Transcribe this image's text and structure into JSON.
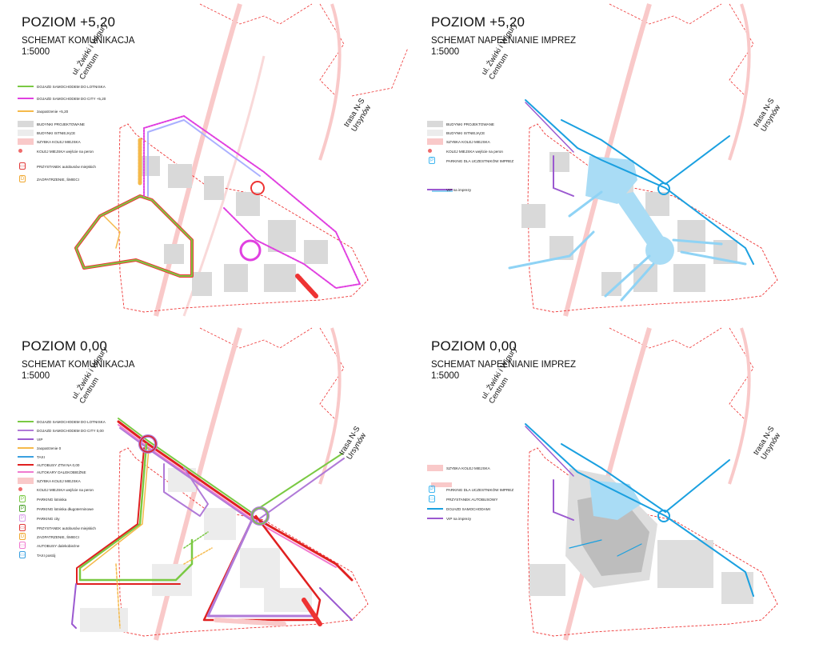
{
  "panels": [
    {
      "title": "POZIOM +5,20",
      "subtitle": "SCHEMAT KOMUNIKACJA",
      "scale": "1:5000",
      "street_a": "ul. Żwirki i Wigury",
      "street_a2": "Centrum",
      "street_b": "trasa N-S",
      "street_b2": "Ursynów",
      "legend": [
        {
          "label": "DOJAZD SAMOCHODEM DO LOTNISKA",
          "kind": "line",
          "color": "#7ac943"
        },
        {
          "label": "DOJAZD SAMOCHODEM DO CITY +5,20",
          "kind": "line",
          "color": "#e040e0"
        },
        {
          "label": "zaopatrzenie +5,20",
          "kind": "line",
          "color": "#f5b94a"
        },
        {
          "label": "BUDYNKI PROJEKTOWANE",
          "kind": "box",
          "color": "#d9d9d9"
        },
        {
          "label": "BUDYNKI ISTNIEJĄCE",
          "kind": "box",
          "color": "#ececec"
        },
        {
          "label": "SZYBKA KOLEJ MIEJSKA",
          "kind": "box",
          "color": "#f9c9c9"
        },
        {
          "label": "KOLEJ MIEJSKA wejście na peron",
          "kind": "dot",
          "color": "#ef6b6b"
        },
        {
          "label": "PRZYSTANEK autobusów miejskich",
          "kind": "icon",
          "color": "#e23b3b",
          "glyph": "▭"
        },
        {
          "label": "ZAOPATRZENIE, ŚMIECI",
          "kind": "icon",
          "color": "#f0a830",
          "glyph": "D"
        }
      ]
    },
    {
      "title": "POZIOM +5,20",
      "subtitle": "SCHEMAT NAPEŁNIANIE IMPREZ",
      "scale": "1:5000",
      "street_a": "ul. Żwirki i Wigury",
      "street_a2": "Centrum",
      "street_b": "trasa N-S",
      "street_b2": "Ursynów",
      "legend": [
        {
          "label": "BUDYNKI PROJEKTOWANE",
          "kind": "box",
          "color": "#d9d9d9"
        },
        {
          "label": "BUDYNKI ISTNIEJĄCE",
          "kind": "box",
          "color": "#ececec"
        },
        {
          "label": "SZYBKA KOLEJ MIEJSKA",
          "kind": "box",
          "color": "#f9c9c9"
        },
        {
          "label": "KOLEJ MIEJSKA wejście na peron",
          "kind": "dot",
          "color": "#ef6b6b"
        },
        {
          "label": "PARKING DLA UCZESTNIKÓW IMPREZ",
          "kind": "icon",
          "color": "#3fb6f0",
          "glyph": "P"
        },
        {
          "label": "VIP na imprezy",
          "kind": "line",
          "color": "#9b59d0"
        }
      ]
    },
    {
      "title": "POZIOM 0,00",
      "subtitle": "SCHEMAT KOMUNIKACJA",
      "scale": "1:5000",
      "street_a": "ul. Żwirki i Wigury",
      "street_a2": "Centrum",
      "street_b": "trasa N-S",
      "street_b2": "Ursynów",
      "legend": [
        {
          "label": "DOJAZD SAMOCHODEM DO LOTNISKA",
          "kind": "line",
          "color": "#7ac943"
        },
        {
          "label": "DOJAZD SAMOCHODEM DO CITY 0,00",
          "kind": "line",
          "color": "#b07ad8"
        },
        {
          "label": "VIP",
          "kind": "line",
          "color": "#9b59d0"
        },
        {
          "label": "zaopatrzenie 0",
          "kind": "line",
          "color": "#f5b94a"
        },
        {
          "label": "TAXI",
          "kind": "line",
          "color": "#3aa0e0"
        },
        {
          "label": "AUTOBUSY ZTM NA 0,00",
          "kind": "line",
          "color": "#e02020"
        },
        {
          "label": "AUTOKARY DALEKOBIEŻNE",
          "kind": "line",
          "color": "#f07ad0"
        },
        {
          "label": "SZYBKA KOLEJ MIEJSKA",
          "kind": "box",
          "color": "#f9c9c9"
        },
        {
          "label": "KOLEJ MIEJSKA wejście na peron",
          "kind": "dot",
          "color": "#ef6b6b"
        },
        {
          "label": "PARKING lotniska",
          "kind": "icon",
          "color": "#7ac943",
          "glyph": "P"
        },
        {
          "label": "PARKING lotniska długoterminowe",
          "kind": "icon",
          "color": "#4aa02a",
          "glyph": "P"
        },
        {
          "label": "PARKING city",
          "kind": "icon",
          "color": "#d79be8",
          "glyph": "P"
        },
        {
          "label": "PRZYSTANEK autobusów miejskich",
          "kind": "icon",
          "color": "#e23b3b",
          "glyph": "▭"
        },
        {
          "label": "ZAOPATRZENIE, ŚMIECI",
          "kind": "icon",
          "color": "#f0a830",
          "glyph": "D"
        },
        {
          "label": "AUTOBUSY dalekobieżne",
          "kind": "icon",
          "color": "#f07ad0",
          "glyph": "▭"
        },
        {
          "label": "TAXI postój",
          "kind": "icon",
          "color": "#3aa0e0",
          "glyph": "▭"
        }
      ]
    },
    {
      "title": "POZIOM 0,00",
      "subtitle": "SCHEMAT NAPEŁNIANIE IMPREZ",
      "scale": "1:5000",
      "street_a": "ul. Żwirki i Wigury",
      "street_a2": "Centrum",
      "street_b": "trasa N-S",
      "street_b2": "Ursynów",
      "legend": [
        {
          "label": "SZYBKA KOLEJ MIEJSKA",
          "kind": "box",
          "color": "#f9c9c9"
        },
        {
          "label": "PARKING DLA UCZESTNIKÓW IMPREZ",
          "kind": "icon",
          "color": "#3fb6f0",
          "glyph": "P"
        },
        {
          "label": "PRZYSTANEK AUTOBUSOWY",
          "kind": "icon",
          "color": "#3fb6f0",
          "glyph": "▭"
        },
        {
          "label": "DOJAZD SAMOCHODAMI",
          "kind": "line",
          "color": "#1aa0e0"
        },
        {
          "label": "VIP na imprezy",
          "kind": "line",
          "color": "#9b59d0"
        }
      ]
    }
  ]
}
